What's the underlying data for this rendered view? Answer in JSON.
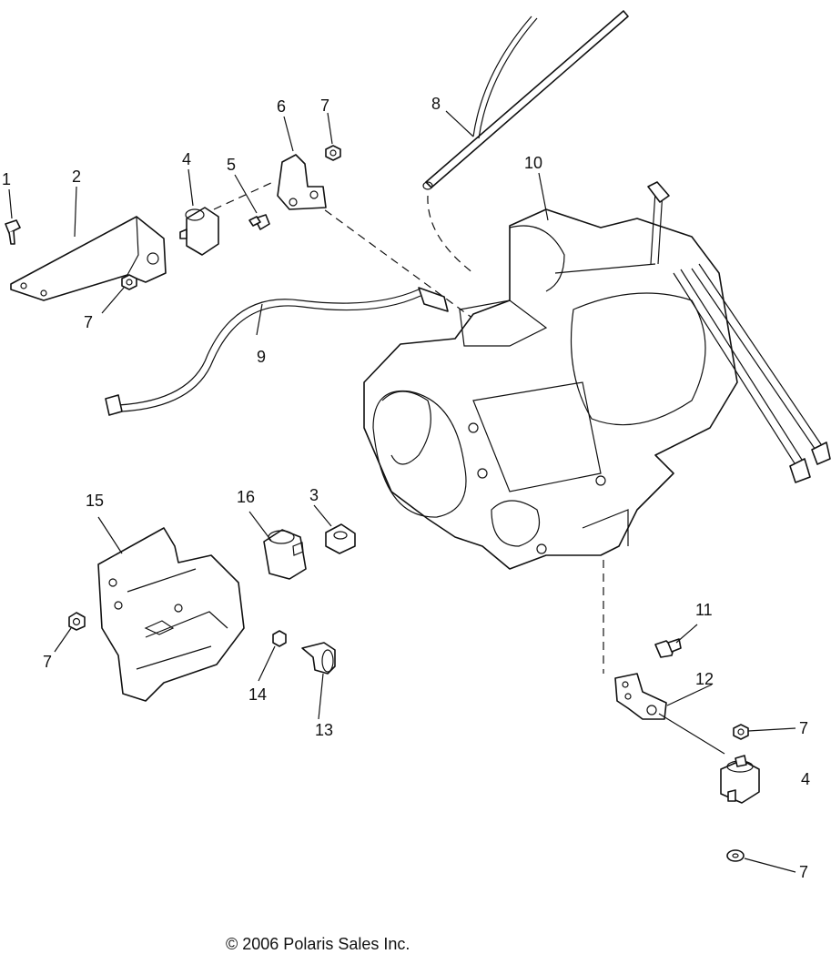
{
  "callouts": {
    "c1": "1",
    "c2": "2",
    "c3": "3",
    "c4a": "4",
    "c4b": "4",
    "c5": "5",
    "c6": "6",
    "c7a": "7",
    "c7b": "7",
    "c7c": "7",
    "c7d": "7",
    "c7e": "7",
    "c8": "8",
    "c9": "9",
    "c10": "10",
    "c11": "11",
    "c12": "12",
    "c13": "13",
    "c14": "14",
    "c15": "15",
    "c16": "16"
  },
  "footer": {
    "copyright": "© 2006 Polaris Sales Inc."
  }
}
